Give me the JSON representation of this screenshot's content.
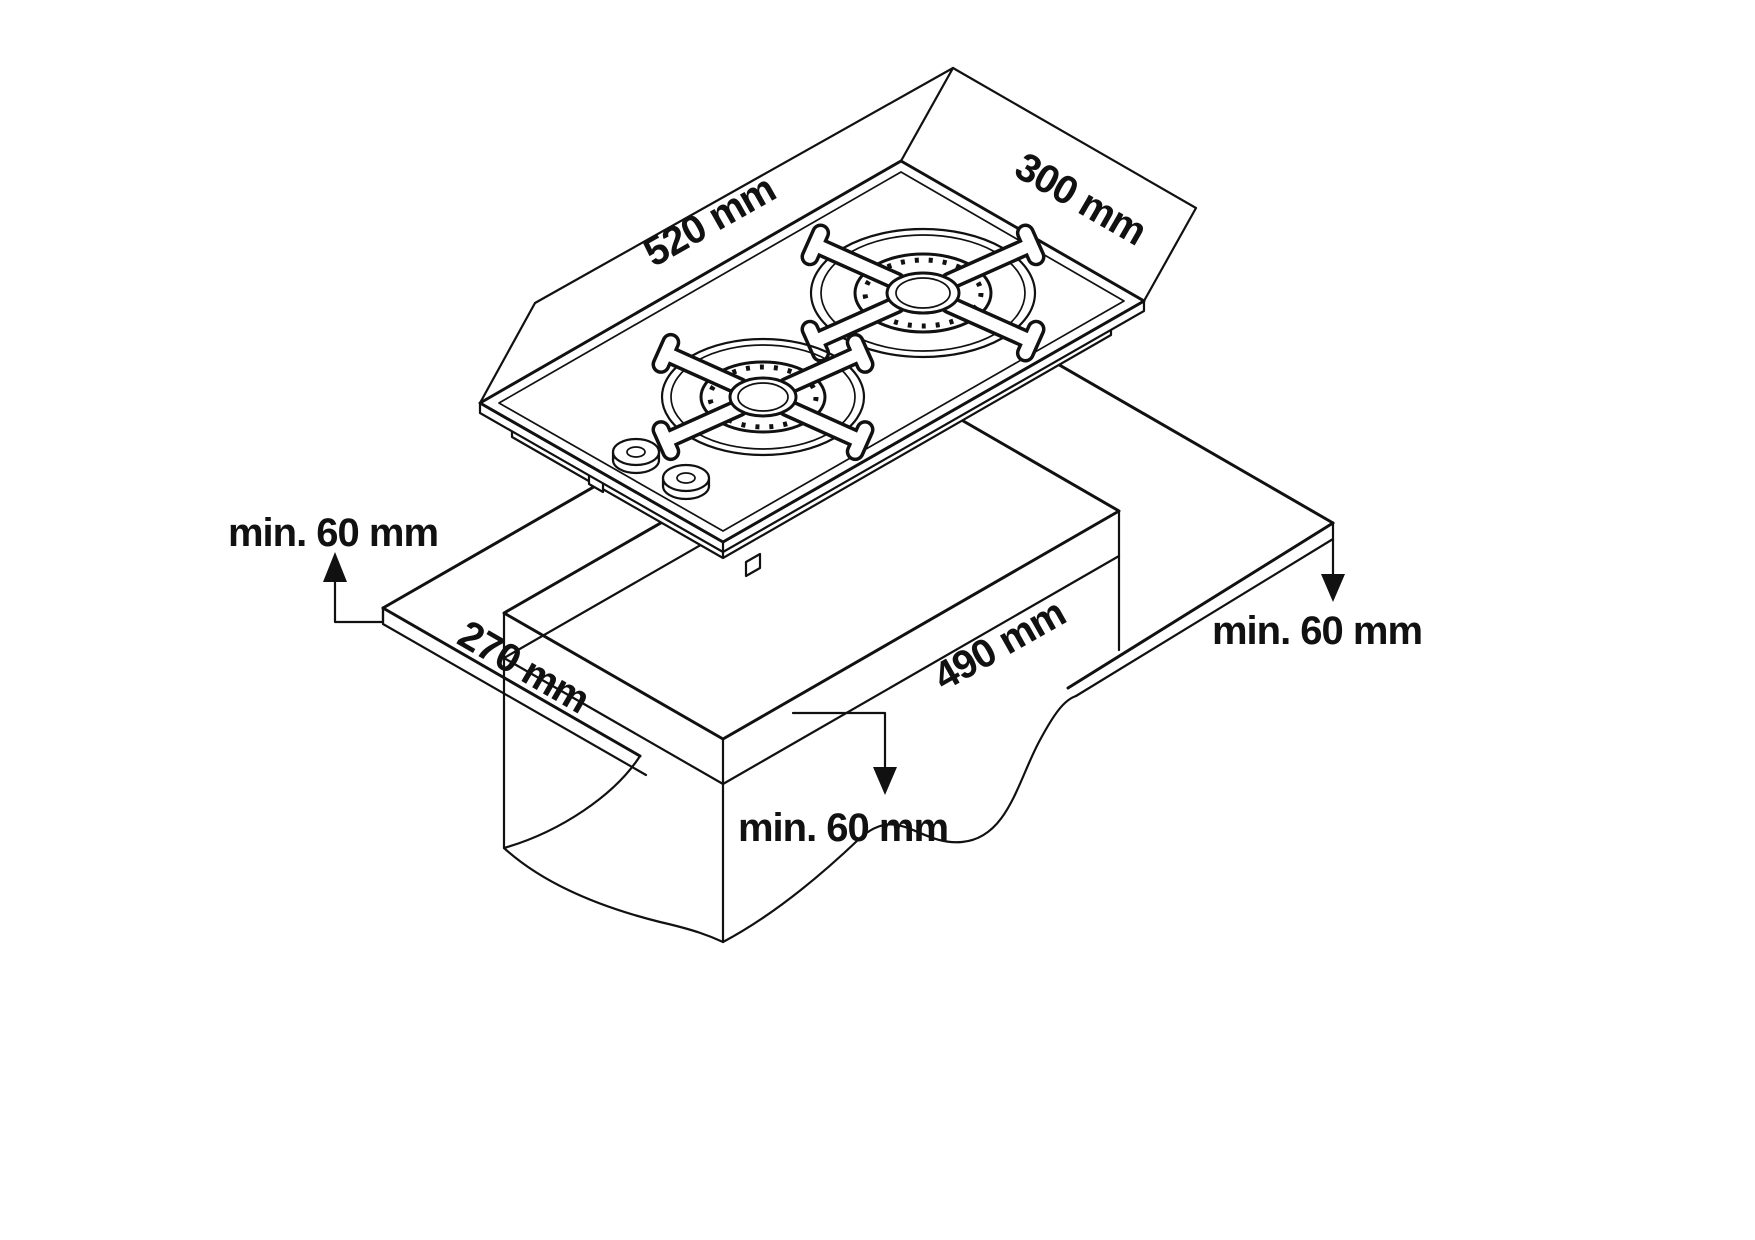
{
  "diagram": {
    "type": "hob-installation-drawing",
    "labels": {
      "hob_width": "520 mm",
      "hob_depth": "300 mm",
      "cutout_width": "490 mm",
      "cutout_depth": "270 mm",
      "clearance_left": "min. 60 mm",
      "clearance_right": "min. 60 mm",
      "clearance_front": "min. 60 mm"
    },
    "colors": {
      "line": "#111111",
      "background": "#ffffff"
    }
  }
}
